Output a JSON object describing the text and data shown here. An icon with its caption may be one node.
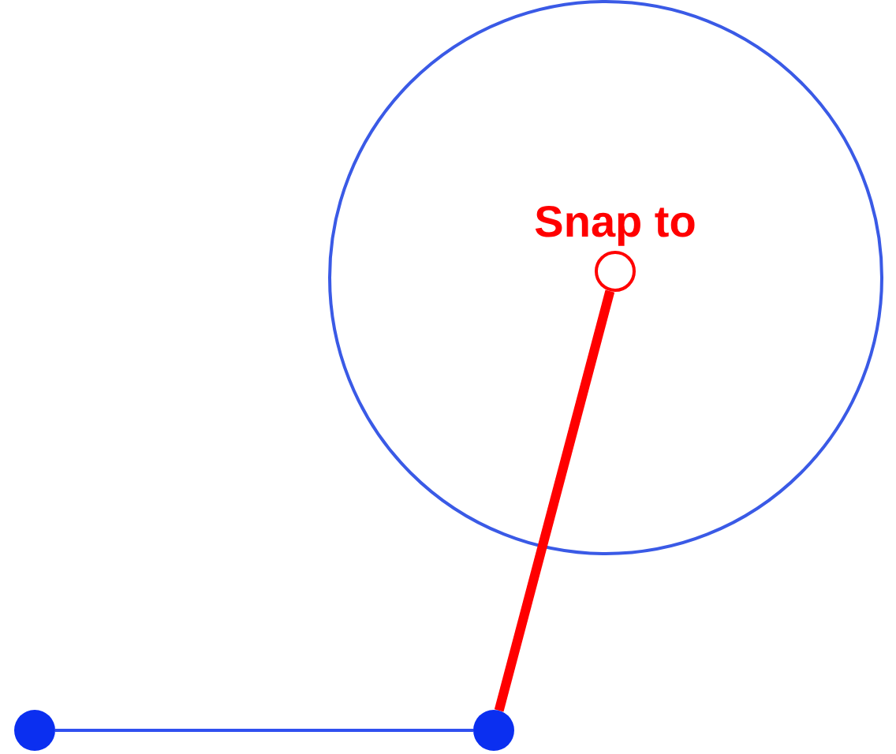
{
  "diagram": {
    "nodes": [
      {
        "text": [],
        "shape": "dot"
      },
      {
        "text": [],
        "shape": "dot"
      },
      {
        "text": [],
        "shape": "circle",
        "beside": [
          "Snap to"
        ]
      }
    ],
    "edges": [
      {
        "from": 0,
        "to": 1,
        "arrow": "none"
      },
      {
        "from": 1,
        "to": 2,
        "arrow": "none",
        "style": "thick",
        "color": "#ff0000"
      }
    ]
  }
}
